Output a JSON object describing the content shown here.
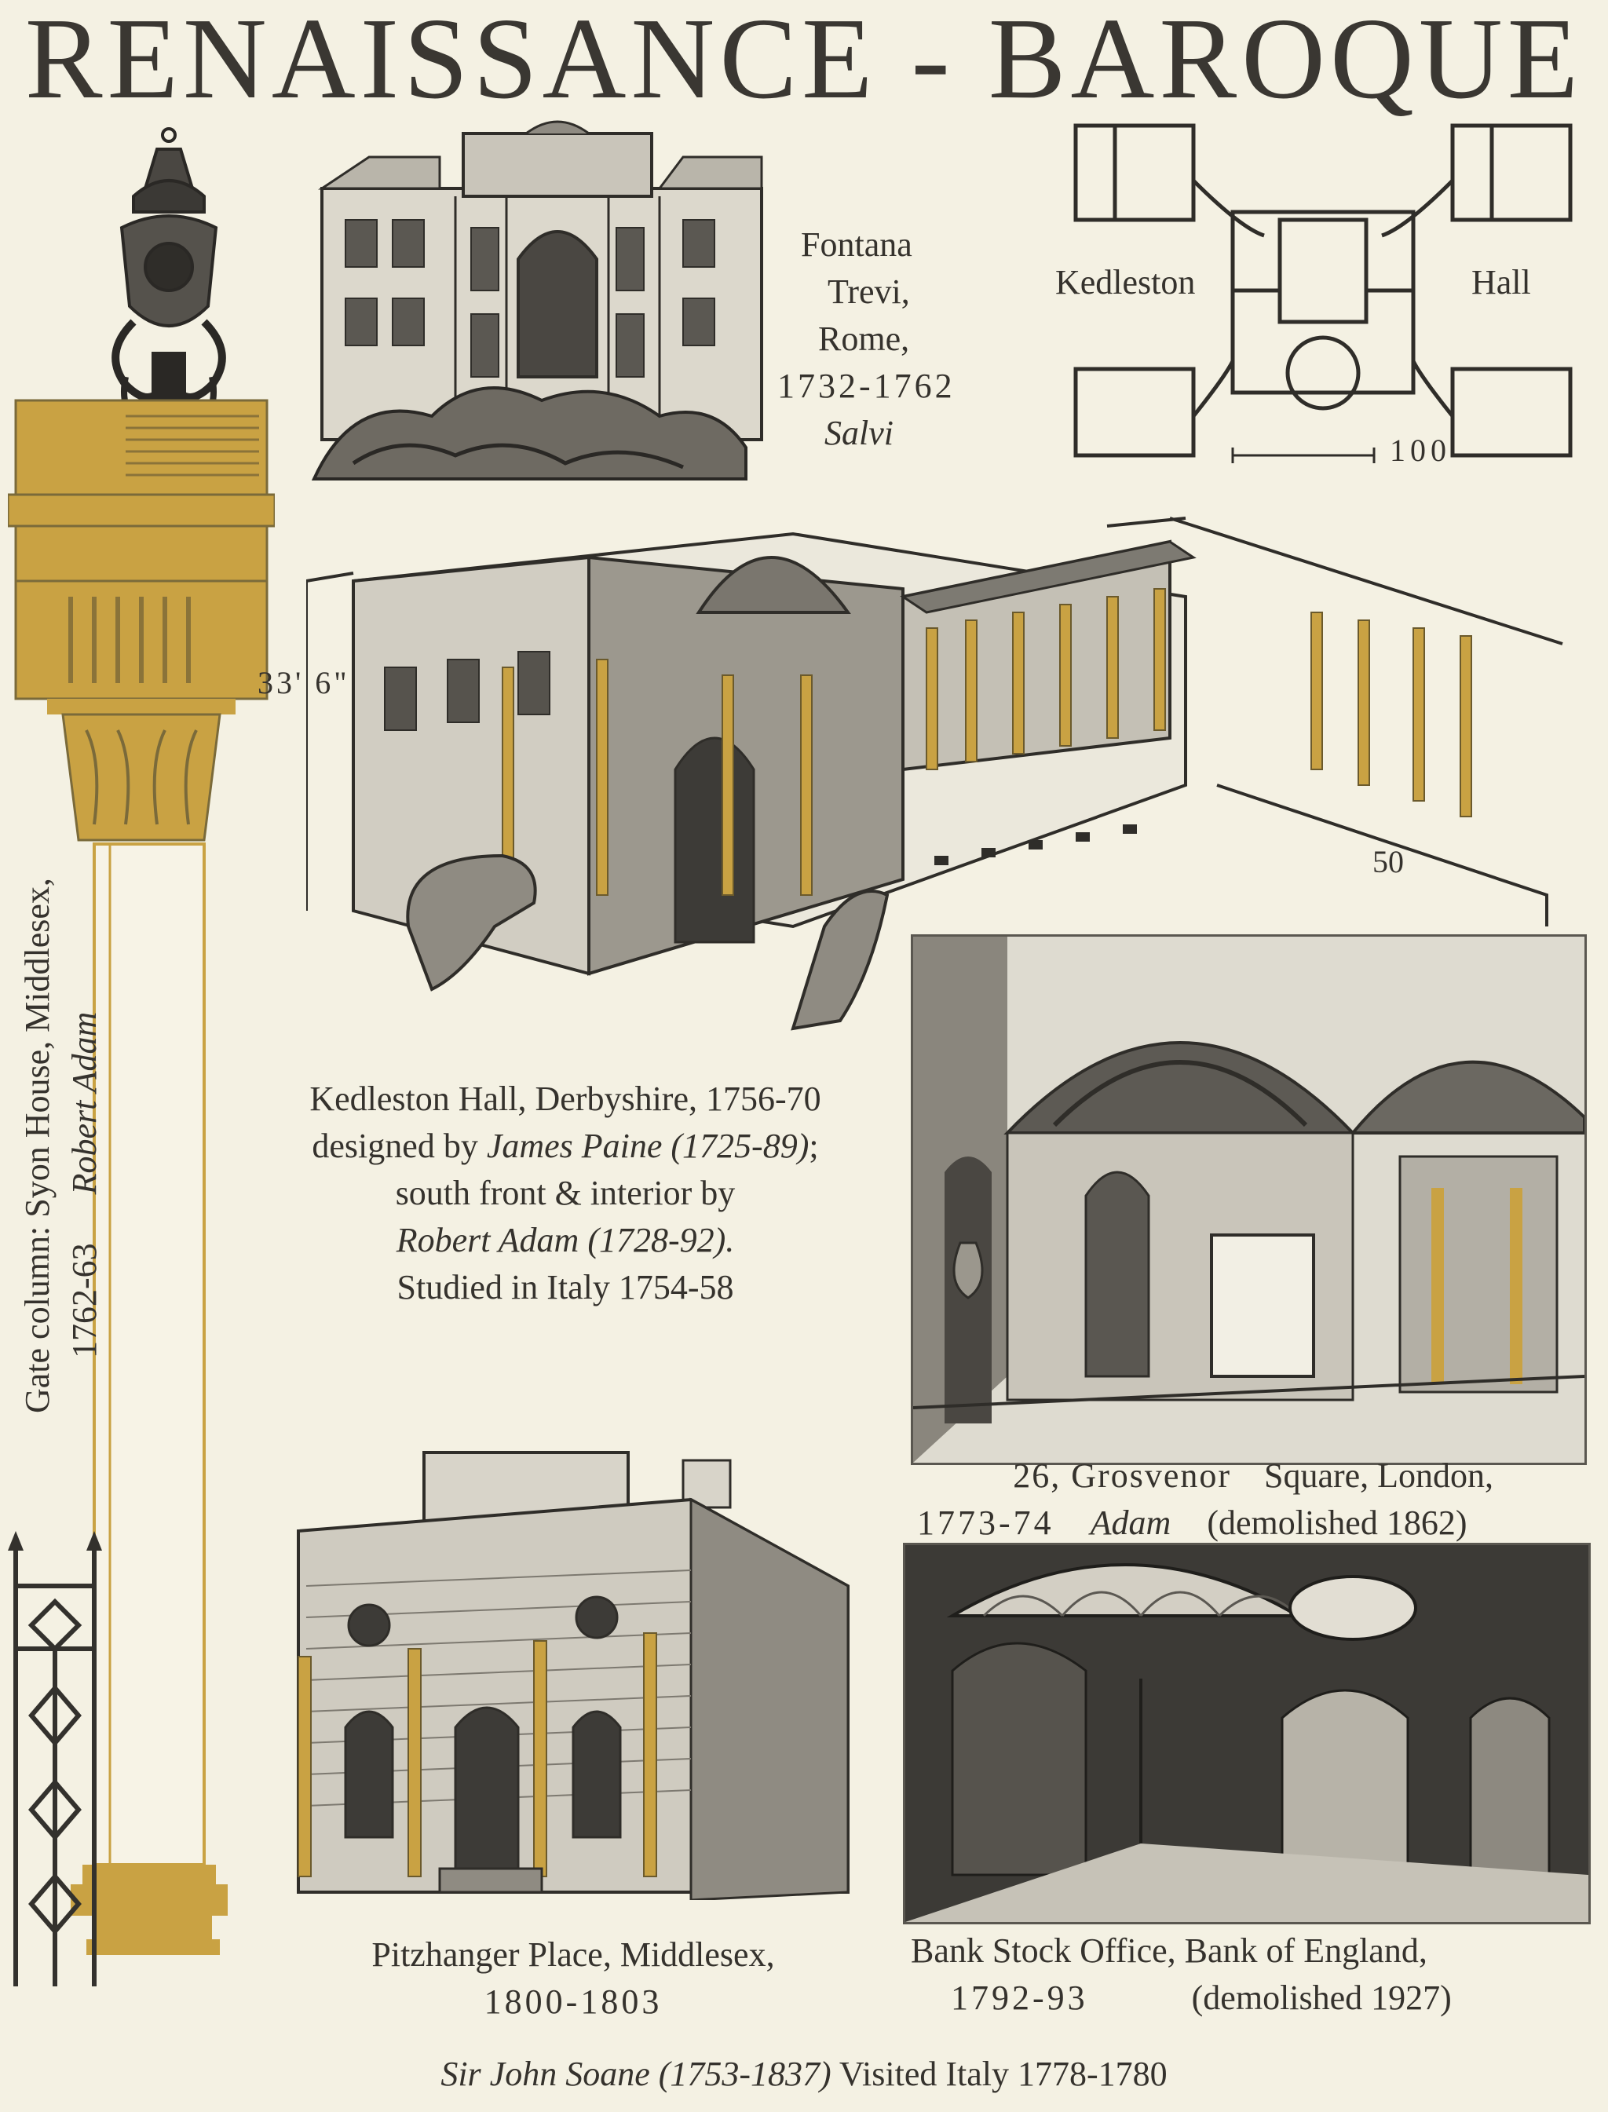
{
  "title": "RENAISSANCE - BAROQUE",
  "colors": {
    "paper": "#f4f1e3",
    "ink": "#2e2c28",
    "gold": "#c9a243"
  },
  "trevi": {
    "line1": "Fontana",
    "line2": "Trevi,",
    "line3": "Rome,",
    "line4": "1732-1762",
    "architect": "Salvi"
  },
  "plan": {
    "left_label": "Kedleston",
    "right_label": "Hall",
    "scale": "100"
  },
  "section": {
    "height_label": "33' 6\"",
    "width_label": "50"
  },
  "kedleston": {
    "l1": "Kedleston Hall, Derbyshire, 1756-70",
    "l2a": "designed by ",
    "l2b": "James Paine (1725-89)",
    "l2c": ";",
    "l3": "south front & interior by",
    "l4": "Robert Adam (1728-92).",
    "l5": "Studied in Italy 1754-58"
  },
  "grosvenor": {
    "a": "26, Grosvenor",
    "b": "Square, London,",
    "c": "1773-74",
    "d": "Adam",
    "e": "(demolished 1862)"
  },
  "syon": {
    "l1": "Gate column:  Syon House, Middlesex,",
    "l2": "1762-63",
    "l3": "Robert Adam"
  },
  "pitzhanger": {
    "l1": "Pitzhanger  Place, Middlesex,",
    "l2": "1800-1803"
  },
  "bank": {
    "l1": "Bank  Stock  Office, Bank of England,",
    "l2a": "1792-93",
    "l2b": "(demolished 1927)"
  },
  "soane": {
    "name": "Sir John Soane (1753-1837)",
    "rest": " Visited Italy  1778-1780"
  }
}
